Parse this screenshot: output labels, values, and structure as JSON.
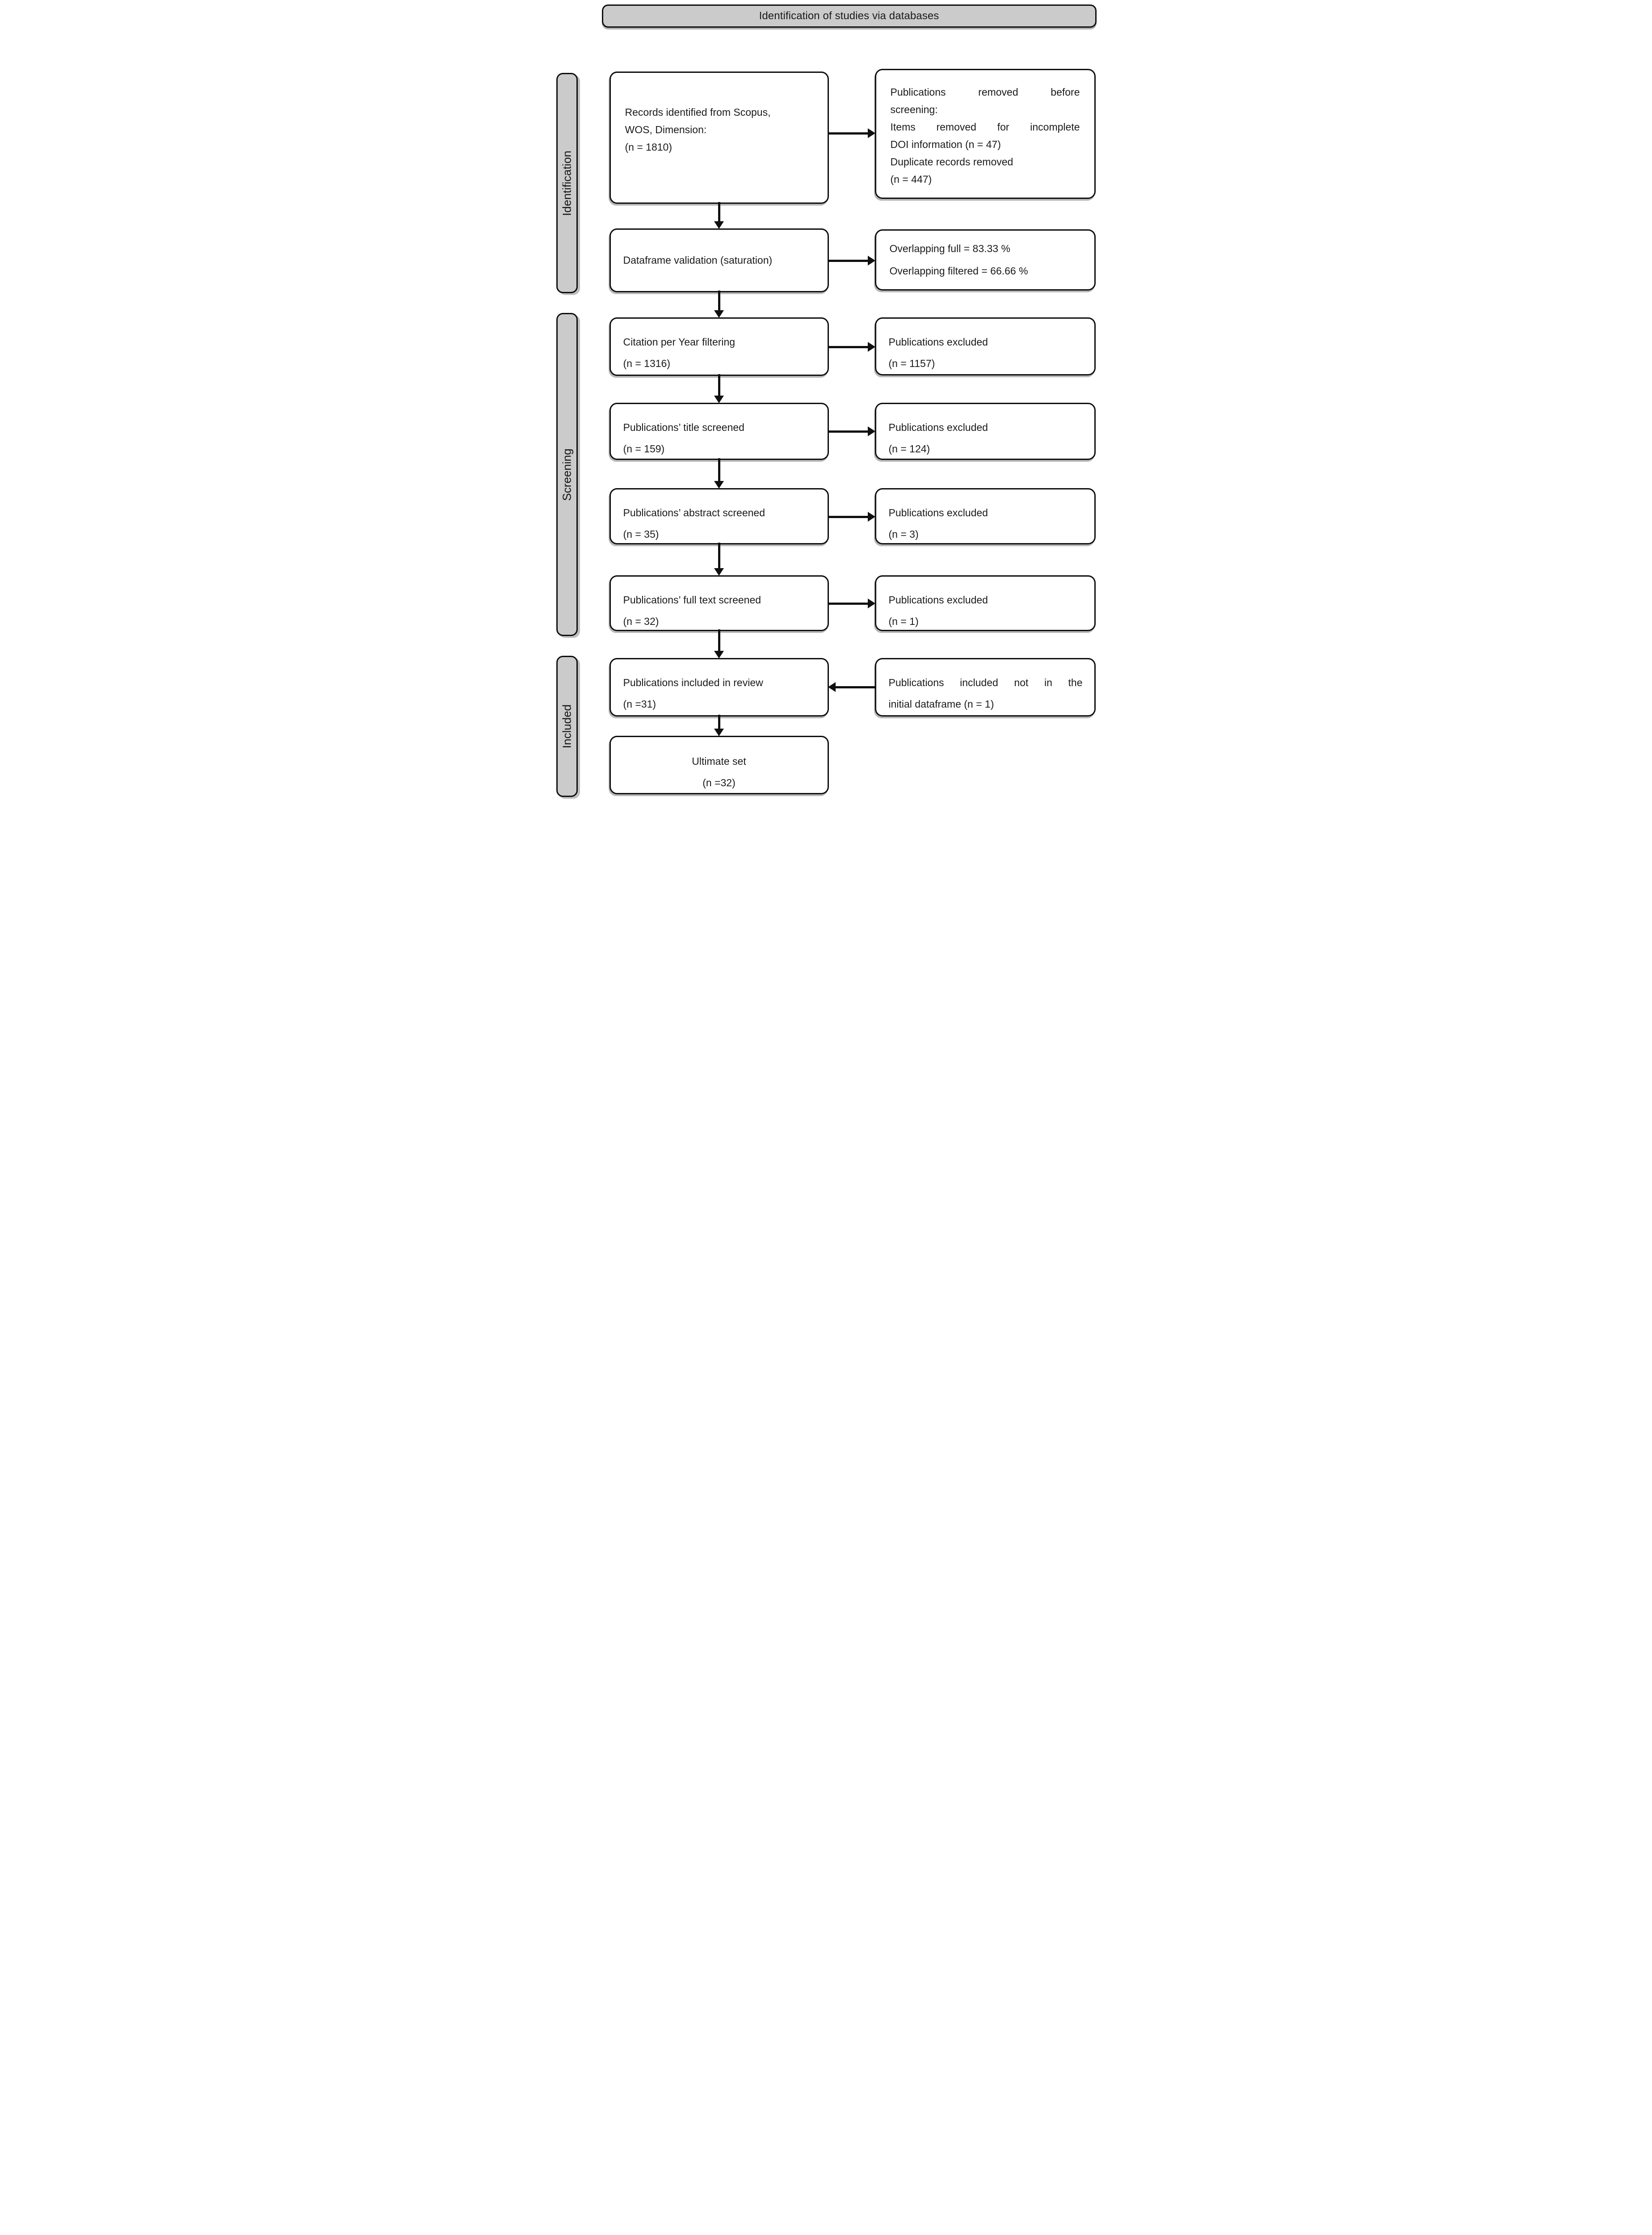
{
  "header": {
    "title": "Identification of studies via databases"
  },
  "sidebars": {
    "identification": "Identification",
    "screening": "Screening",
    "included": "Included"
  },
  "boxes": {
    "records": {
      "text": "Records identified from Scopus,\nWOS, Dimension:\n(n = 1810)"
    },
    "removed_before": {
      "lines": [
        "Publications removed before",
        "screening:",
        "Items removed for incomplete",
        "DOI information (n = 47)",
        "Duplicate records removed",
        "(n = 447)"
      ]
    },
    "dataframe_validation": {
      "text": "Dataframe validation (saturation)"
    },
    "overlapping": {
      "lines": [
        "Overlapping full = 83.33 %",
        "Overlapping filtered = 66.66 %"
      ]
    },
    "citation_filtering": {
      "lines": [
        "Citation per Year filtering",
        "(n = 1316)"
      ]
    },
    "excluded_citation": {
      "lines": [
        "Publications excluded",
        "(n = 1157)"
      ]
    },
    "title_screened": {
      "lines": [
        "Publications’ title screened",
        "(n = 159)"
      ]
    },
    "excluded_title": {
      "lines": [
        "Publications excluded",
        "(n = 124)"
      ]
    },
    "abstract_screened": {
      "lines": [
        "Publications’ abstract screened",
        "(n = 35)"
      ]
    },
    "excluded_abstract": {
      "lines": [
        "Publications excluded",
        "(n = 3)"
      ]
    },
    "fulltext_screened": {
      "lines": [
        "Publications’ full text screened",
        "(n = 32)"
      ]
    },
    "excluded_fulltext": {
      "lines": [
        "Publications excluded",
        "(n = 1)"
      ]
    },
    "included_review": {
      "lines": [
        "Publications included in review",
        "(n =31)"
      ]
    },
    "included_not_initial": {
      "lines": [
        "Publications included not in the",
        "initial dataframe (n = 1)"
      ]
    },
    "ultimate": {
      "lines": [
        "Ultimate set",
        "(n =32)"
      ]
    }
  },
  "colors": {
    "bar_fill": "#cbcbcb",
    "box_fill": "#ffffff",
    "border": "#0f0f0f",
    "arrow": "#101010"
  }
}
